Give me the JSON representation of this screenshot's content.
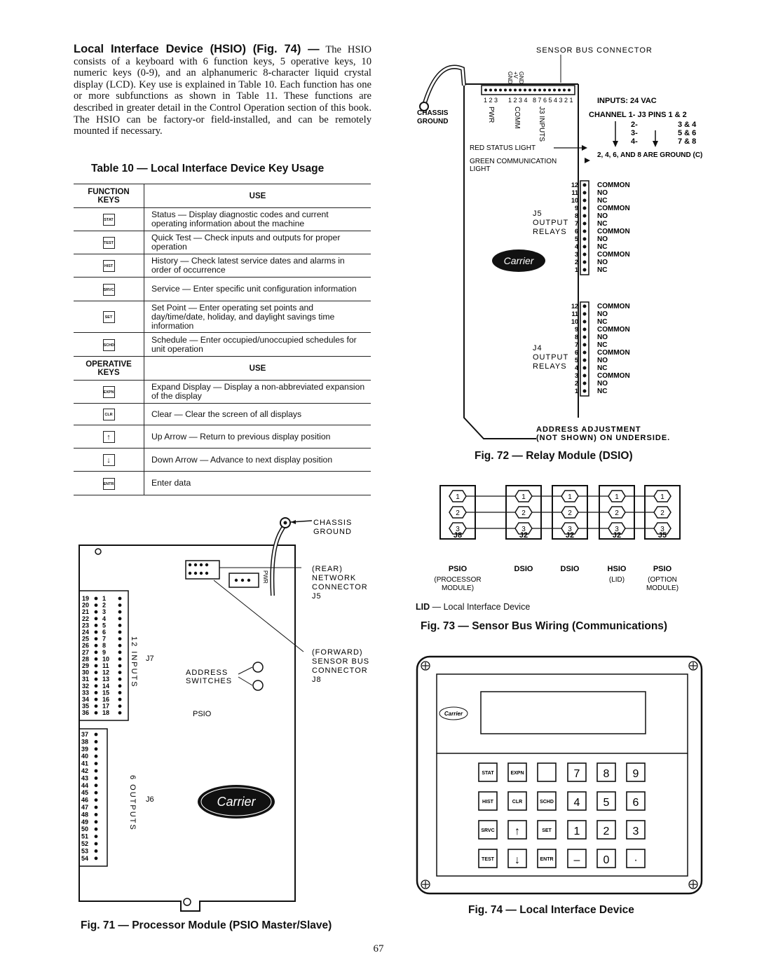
{
  "intro": {
    "heading": "Local Interface Device (HSIO) (Fig. 74) —",
    "body": "The HSIO consists of a keyboard with 6 function keys, 5 operative keys, 10 numeric keys (0-9), and an alphanumeric 8-character liquid crystal display (LCD). Key use is explained in Table 10. Each function has one or more subfunctions as shown in Table 11. These functions are described in greater detail in the Control Operation section of this book. The HSIO can be factory-or field-installed, and can be remotely mounted if necessary."
  },
  "table10": {
    "title": "Table 10 — Local Interface Device Key Usage",
    "function_header": "FUNCTION KEYS",
    "operative_header": "OPERATIVE KEYS",
    "use_header": "USE",
    "function_rows": [
      {
        "key": "STAT",
        "use": "Status — Display diagnostic codes and current operating information about the machine"
      },
      {
        "key": "TEST",
        "use": "Quick Test — Check inputs and outputs for proper operation"
      },
      {
        "key": "HIST",
        "use": "History — Check latest service dates and alarms in order of occurrence"
      },
      {
        "key": "SRVC",
        "use": "Service — Enter specific unit configuration information"
      },
      {
        "key": "SET",
        "use": "Set Point — Enter operating set points and day/time/date, holiday, and daylight savings time information"
      },
      {
        "key": "SCHD",
        "use": "Schedule — Enter occupied/unoccupied schedules for unit operation"
      }
    ],
    "operative_rows": [
      {
        "key": "EXPN",
        "use": "Expand Display — Display a non-abbreviated expansion of the display"
      },
      {
        "key": "CLR",
        "use": "Clear — Clear the screen of all displays"
      },
      {
        "key": "↑",
        "use": "Up Arrow — Return to previous display position"
      },
      {
        "key": "↓",
        "use": "Down Arrow — Advance to next display position"
      },
      {
        "key": "ENTR",
        "use": "Enter data"
      }
    ]
  },
  "fig71": {
    "caption": "Fig. 71 — Processor Module (PSIO Master/Slave)",
    "chassis_ground": [
      "CHASSIS",
      "GROUND"
    ],
    "rear_connector": [
      "(REAR)",
      "NETWORK",
      "CONNECTOR",
      "J5"
    ],
    "forward_connector": [
      "(FORWARD)",
      "SENSOR BUS",
      "CONNECTOR",
      "J8"
    ],
    "address_switches": [
      "ADDRESS",
      "SWITCHES"
    ],
    "pwr": "PWR",
    "inputs": "12 INPUTS",
    "j7": "J7",
    "outputs": "6 OUTPUTS",
    "j6": "J6",
    "psio": "PSIO",
    "logo": "Carrier",
    "pins_left": [
      "19",
      "20",
      "21",
      "22",
      "23",
      "24",
      "25",
      "26",
      "27",
      "28",
      "29",
      "30",
      "31",
      "32",
      "33",
      "34",
      "35",
      "36"
    ],
    "pins_right": [
      "1",
      "2",
      "3",
      "4",
      "5",
      "6",
      "7",
      "8",
      "9",
      "10",
      "11",
      "12",
      "13",
      "14",
      "15",
      "16",
      "17",
      "18"
    ],
    "pins_out": [
      "37",
      "38",
      "39",
      "40",
      "41",
      "42",
      "43",
      "44",
      "45",
      "46",
      "47",
      "48",
      "49",
      "50",
      "51",
      "52",
      "53",
      "54"
    ]
  },
  "fig72": {
    "caption": "Fig. 72 — Relay Module (DSIO)",
    "sensor_bus_connector": "SENSOR BUS CONNECTOR",
    "chassis_ground": [
      "CHASSIS",
      "GROUND"
    ],
    "pwr": "PWR",
    "comm": "COMM",
    "j3_inputs": "J3 INPUTS",
    "gnd_labels": [
      "GND",
      "+V",
      "GND"
    ],
    "pin_groups": [
      "1 2 3",
      "1 2 3 4",
      "8 7 6 5 4 3 2 1"
    ],
    "inputs_24vac": "INPUTS: 24 VAC",
    "channel_map": [
      "CHANNEL 1- J3 PINS 1 & 2",
      "2-",
      "3 & 4",
      "3-",
      "5 & 6",
      "4-",
      "7 & 8"
    ],
    "ground_note": "2, 4, 6, AND 8 ARE GROUND (C)",
    "red_status": "RED STATUS LIGHT",
    "green_comm": [
      "GREEN COMMUNICATION",
      "LIGHT"
    ],
    "j5_label": [
      "J5",
      "OUTPUT",
      "RELAYS"
    ],
    "j4_label": [
      "J4",
      "OUTPUT",
      "RELAYS"
    ],
    "relay_labels": [
      "COMMON",
      "NO",
      "NC",
      "COMMON",
      "NO",
      "NC",
      "COMMON",
      "NO",
      "NC",
      "COMMON",
      "NO",
      "NC"
    ],
    "relay_pins": [
      "12",
      "11",
      "10",
      "9",
      "8",
      "7",
      "6",
      "5",
      "4",
      "3",
      "2",
      "1"
    ],
    "address_adjust": [
      "ADDRESS ADJUSTMENT",
      "(NOT SHOWN) ON UNDERSIDE."
    ],
    "logo": "Carrier"
  },
  "fig73": {
    "caption": "Fig. 73 — Sensor Bus Wiring (Communications)",
    "pins": [
      "1",
      "2",
      "3"
    ],
    "connectors": [
      "J8",
      "J2",
      "J2",
      "J2",
      "J5"
    ],
    "modules": [
      "PSIO",
      "DSIO",
      "DSIO",
      "HSIO",
      "PSIO"
    ],
    "sub_left": [
      "(PROCESSOR",
      "MODULE)"
    ],
    "sub_mid": "(LID)",
    "sub_right": [
      "(OPTION",
      "MODULE)"
    ],
    "legend_term": "LID",
    "legend_desc": "— Local Interface Device"
  },
  "fig74": {
    "caption": "Fig. 74 — Local Interface Device",
    "logo": "Carrier",
    "keys": [
      [
        "STAT",
        "EXPN",
        "",
        "7",
        "8",
        "9"
      ],
      [
        "HIST",
        "CLR",
        "SCHD",
        "4",
        "5",
        "6"
      ],
      [
        "SRVC",
        "↑",
        "SET",
        "1",
        "2",
        "3"
      ],
      [
        "TEST",
        "↓",
        "ENTR",
        "–",
        "0",
        "·"
      ]
    ]
  },
  "page_number": "67"
}
